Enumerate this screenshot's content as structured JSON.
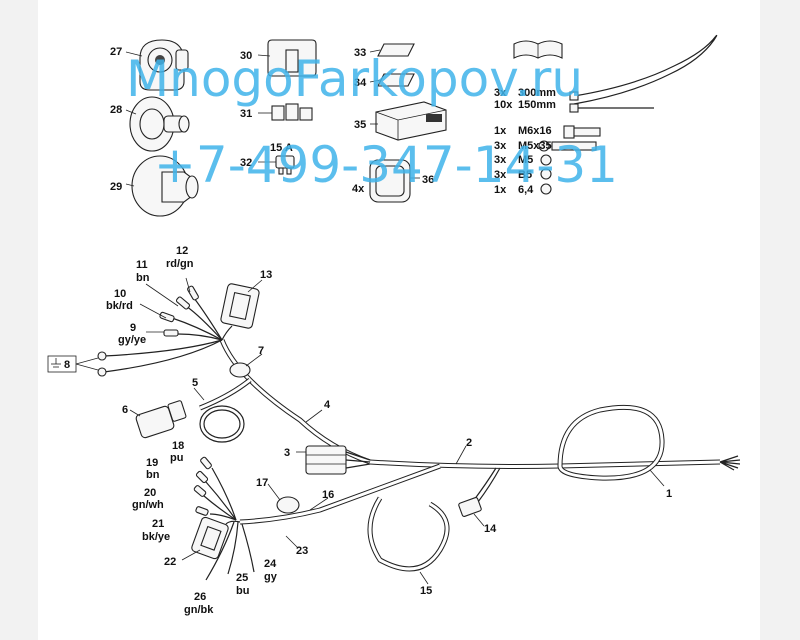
{
  "watermark": {
    "site": "MnogoFarkopov.ru",
    "phone": "+7-499-347-14-31",
    "color": "#3fb3ea"
  },
  "accessories": [
    {
      "num": "27"
    },
    {
      "num": "28"
    },
    {
      "num": "29"
    },
    {
      "num": "30"
    },
    {
      "num": "31"
    },
    {
      "num": "32",
      "text": "15 A"
    },
    {
      "num": "33"
    },
    {
      "num": "34"
    },
    {
      "num": "35"
    },
    {
      "num": "36",
      "qty": "4x"
    }
  ],
  "cable_ties": [
    {
      "qty": "3x",
      "size": "300mm"
    },
    {
      "qty": "10x",
      "size": "150mm"
    }
  ],
  "hardware": [
    {
      "qty": "1x",
      "size": "M6x16"
    },
    {
      "qty": "3x",
      "size": "M5x35"
    },
    {
      "qty": "3x",
      "size": "M5"
    },
    {
      "qty": "3x",
      "size": "B5"
    },
    {
      "qty": "1x",
      "size": "6,4"
    }
  ],
  "harness_labels": [
    {
      "num": "1"
    },
    {
      "num": "2"
    },
    {
      "num": "3"
    },
    {
      "num": "4"
    },
    {
      "num": "5"
    },
    {
      "num": "6"
    },
    {
      "num": "7"
    },
    {
      "num": "8"
    },
    {
      "num": "9",
      "color": "gy/ye"
    },
    {
      "num": "10",
      "color": "bk/rd"
    },
    {
      "num": "11",
      "color": "bn"
    },
    {
      "num": "12",
      "color": "rd/gn"
    },
    {
      "num": "13"
    },
    {
      "num": "14"
    },
    {
      "num": "15"
    },
    {
      "num": "16"
    },
    {
      "num": "17"
    },
    {
      "num": "18",
      "color": "pu"
    },
    {
      "num": "19",
      "color": "bn"
    },
    {
      "num": "20",
      "color": "gn/wh"
    },
    {
      "num": "21",
      "color": "bk/ye"
    },
    {
      "num": "22"
    },
    {
      "num": "23"
    },
    {
      "num": "24",
      "color": "gy"
    },
    {
      "num": "25",
      "color": "bu"
    },
    {
      "num": "26",
      "color": "gn/bk"
    }
  ]
}
